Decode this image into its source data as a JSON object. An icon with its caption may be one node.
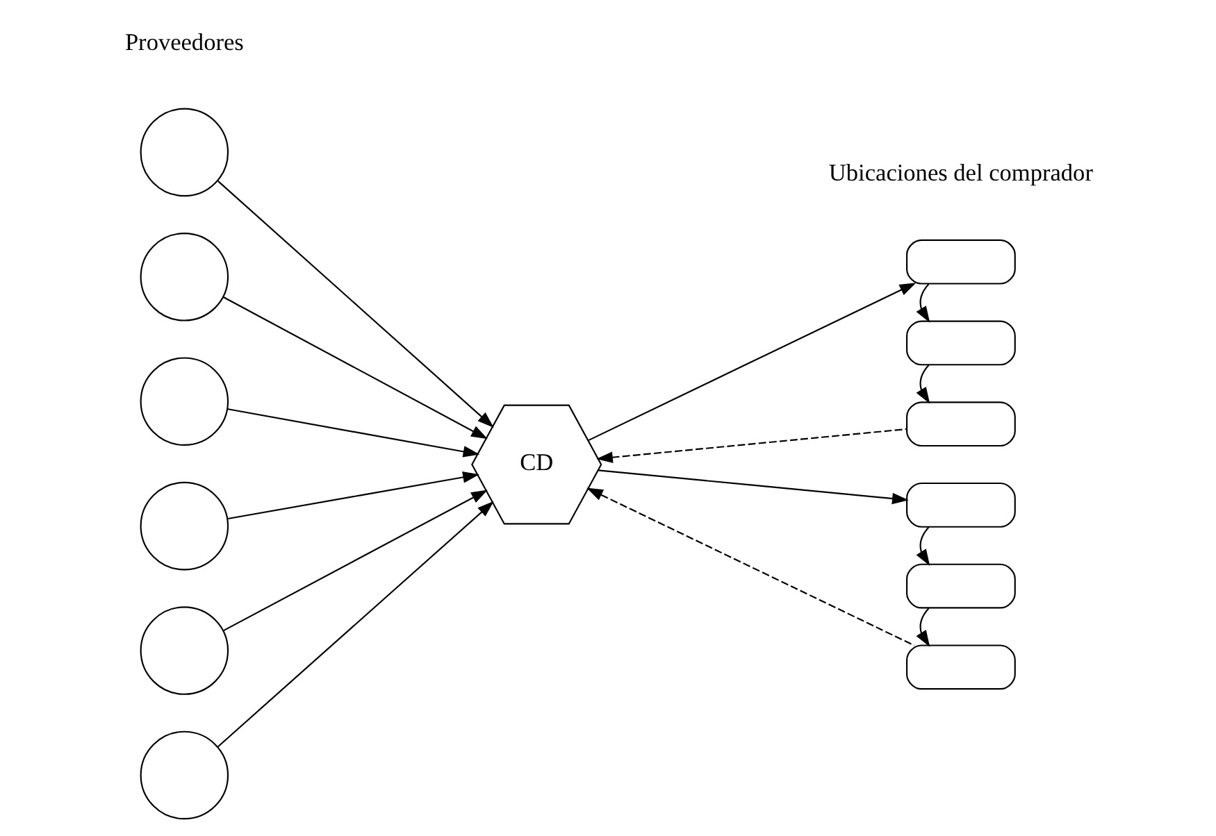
{
  "diagram": {
    "nodes": [
      {
        "text": [],
        "shape": "circle"
      },
      {
        "text": [],
        "shape": "circle"
      },
      {
        "text": [],
        "shape": "circle"
      },
      {
        "text": [],
        "shape": "circle"
      },
      {
        "text": [],
        "shape": "circle"
      },
      {
        "text": [],
        "shape": "circle"
      },
      {
        "text": [
          "CD"
        ]
      },
      {
        "text": [],
        "shape": "box"
      },
      {
        "text": [],
        "shape": "box"
      },
      {
        "text": [],
        "shape": "box"
      },
      {
        "text": [],
        "shape": "box"
      },
      {
        "text": [],
        "shape": "box"
      },
      {
        "text": [],
        "shape": "box"
      }
    ],
    "edges": [
      {
        "from": 0,
        "to": 6,
        "arrow": "to"
      },
      {
        "from": 1,
        "to": 6,
        "arrow": "to"
      },
      {
        "from": 2,
        "to": 6,
        "arrow": "to"
      },
      {
        "from": 3,
        "to": 6,
        "arrow": "to"
      },
      {
        "from": 4,
        "to": 6,
        "arrow": "to"
      },
      {
        "from": 5,
        "to": 6,
        "arrow": "to"
      },
      {
        "from": 6,
        "to": 7,
        "arrow": "to"
      },
      {
        "from": 7,
        "to": 8,
        "arrow": "to"
      },
      {
        "from": 8,
        "to": 9,
        "arrow": "to"
      },
      {
        "from": 9,
        "to": 6,
        "arrow": "to",
        "style": "dashed"
      },
      {
        "from": 6,
        "to": 10,
        "arrow": "to"
      },
      {
        "from": 10,
        "to": 11,
        "arrow": "to"
      },
      {
        "from": 11,
        "to": 12,
        "arrow": "to"
      },
      {
        "from": 12,
        "to": 6,
        "arrow": "to",
        "style": "dashed"
      }
    ],
    "labels": [
      "Proveedores",
      "Ubicaciones del comprador"
    ]
  }
}
